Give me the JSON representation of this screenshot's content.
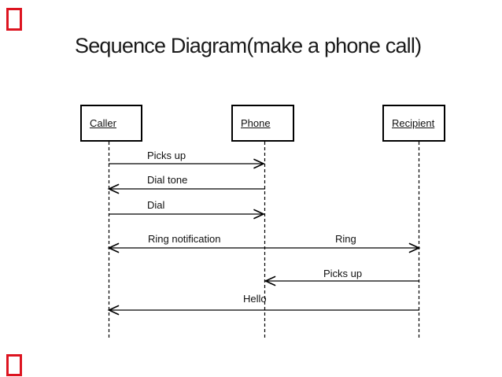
{
  "slide": {
    "title": "Sequence Diagram(make a phone call)"
  },
  "diagram": {
    "type": "sequence",
    "actors": [
      {
        "name": "Caller"
      },
      {
        "name": "Phone"
      },
      {
        "name": "Recipient"
      }
    ],
    "messages": [
      {
        "label": "Picks up",
        "from": "Caller",
        "to": "Phone",
        "direction": "right"
      },
      {
        "label": "Dial tone",
        "from": "Phone",
        "to": "Caller",
        "direction": "left"
      },
      {
        "label": "Dial",
        "from": "Caller",
        "to": "Phone",
        "direction": "right"
      },
      {
        "label": "Ring notification",
        "from": "Phone",
        "to": "Caller",
        "direction": "left"
      },
      {
        "label": "Ring",
        "from": "Phone",
        "to": "Recipient",
        "direction": "right"
      },
      {
        "label": "Picks up",
        "from": "Recipient",
        "to": "Phone",
        "direction": "left"
      },
      {
        "label": "Hello",
        "from": "Recipient",
        "to": "Caller",
        "direction": "left"
      }
    ]
  },
  "colors": {
    "background": "#ffffff",
    "ink": "#1b1b1b",
    "line": "#000000",
    "annotation_red": "#dd1420"
  }
}
